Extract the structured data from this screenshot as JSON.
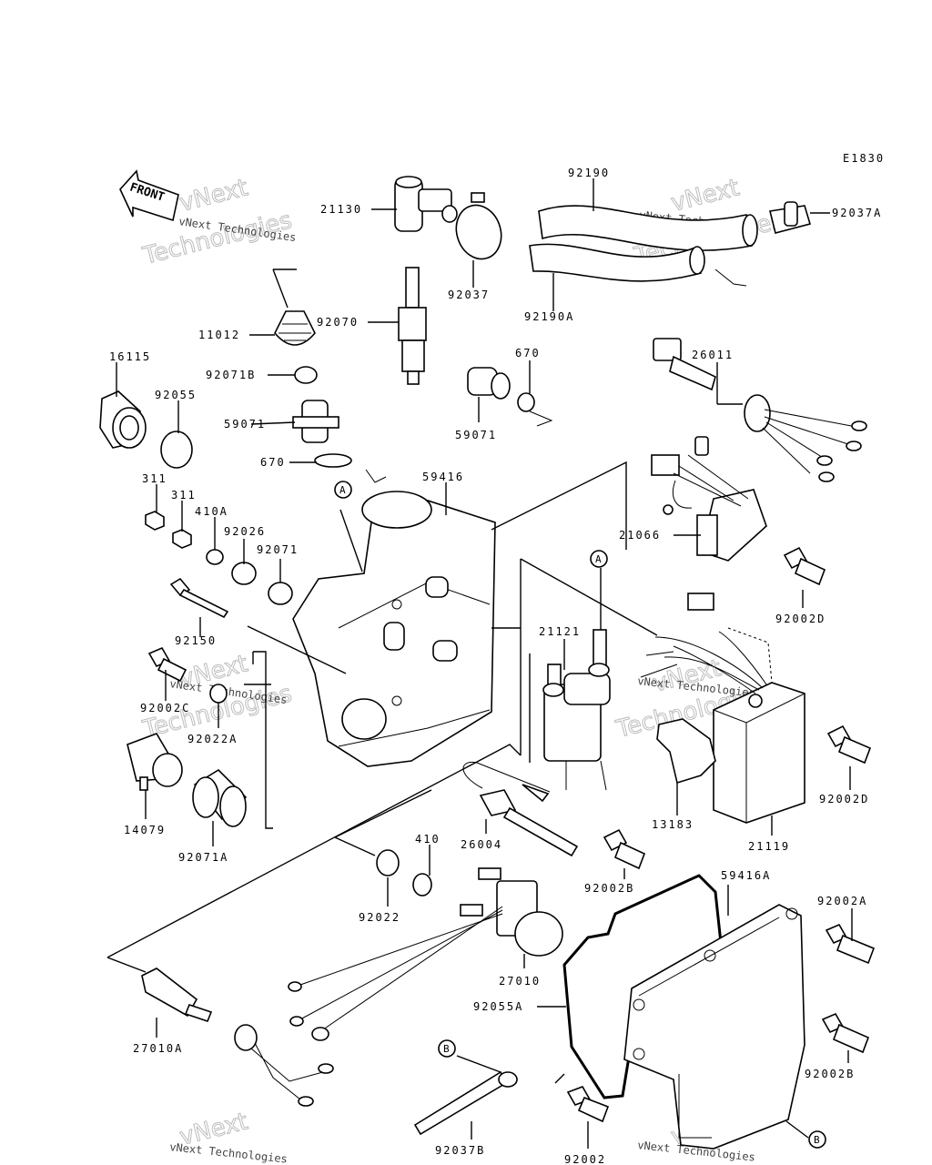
{
  "diagram_code": "E1830",
  "front_label": "FRONT",
  "watermark": {
    "line1": "vNext",
    "line2": "Technologies",
    "small": "vNext Technologies"
  },
  "callouts": {
    "A": "A",
    "B": "B"
  },
  "parts": [
    {
      "id": "p21130",
      "label": "21130"
    },
    {
      "id": "p92037",
      "label": "92037"
    },
    {
      "id": "p92190",
      "label": "92190"
    },
    {
      "id": "p92190A",
      "label": "92190A"
    },
    {
      "id": "p92037A",
      "label": "92037A"
    },
    {
      "id": "p11012",
      "label": "11012"
    },
    {
      "id": "p92070",
      "label": "92070"
    },
    {
      "id": "p92071B",
      "label": "92071B"
    },
    {
      "id": "p16115",
      "label": "16115"
    },
    {
      "id": "p92055",
      "label": "92055"
    },
    {
      "id": "p59071a",
      "label": "59071"
    },
    {
      "id": "p670a",
      "label": "670"
    },
    {
      "id": "p670b",
      "label": "670"
    },
    {
      "id": "p59071b",
      "label": "59071"
    },
    {
      "id": "p26011",
      "label": "26011"
    },
    {
      "id": "p311a",
      "label": "311"
    },
    {
      "id": "p311b",
      "label": "311"
    },
    {
      "id": "p410A",
      "label": "410A"
    },
    {
      "id": "p92026",
      "label": "92026"
    },
    {
      "id": "p92071",
      "label": "92071"
    },
    {
      "id": "p59416",
      "label": "59416"
    },
    {
      "id": "p21066",
      "label": "21066"
    },
    {
      "id": "p92002D_1",
      "label": "92002D"
    },
    {
      "id": "p92150",
      "label": "92150"
    },
    {
      "id": "p21121",
      "label": "21121"
    },
    {
      "id": "p92002C",
      "label": "92002C"
    },
    {
      "id": "p92022A",
      "label": "92022A"
    },
    {
      "id": "p92002D_2",
      "label": "92002D"
    },
    {
      "id": "p14079",
      "label": "14079"
    },
    {
      "id": "p13183",
      "label": "13183"
    },
    {
      "id": "p92071A",
      "label": "92071A"
    },
    {
      "id": "p26004",
      "label": "26004"
    },
    {
      "id": "p21119",
      "label": "21119"
    },
    {
      "id": "p410",
      "label": "410"
    },
    {
      "id": "p92002B_1",
      "label": "92002B"
    },
    {
      "id": "p59416A",
      "label": "59416A"
    },
    {
      "id": "p92002A",
      "label": "92002A"
    },
    {
      "id": "p92022",
      "label": "92022"
    },
    {
      "id": "p27010",
      "label": "27010"
    },
    {
      "id": "p92055A",
      "label": "92055A"
    },
    {
      "id": "p92002B_2",
      "label": "92002B"
    },
    {
      "id": "p27010A",
      "label": "27010A"
    },
    {
      "id": "p92037B",
      "label": "92037B"
    },
    {
      "id": "p92002",
      "label": "92002"
    }
  ]
}
